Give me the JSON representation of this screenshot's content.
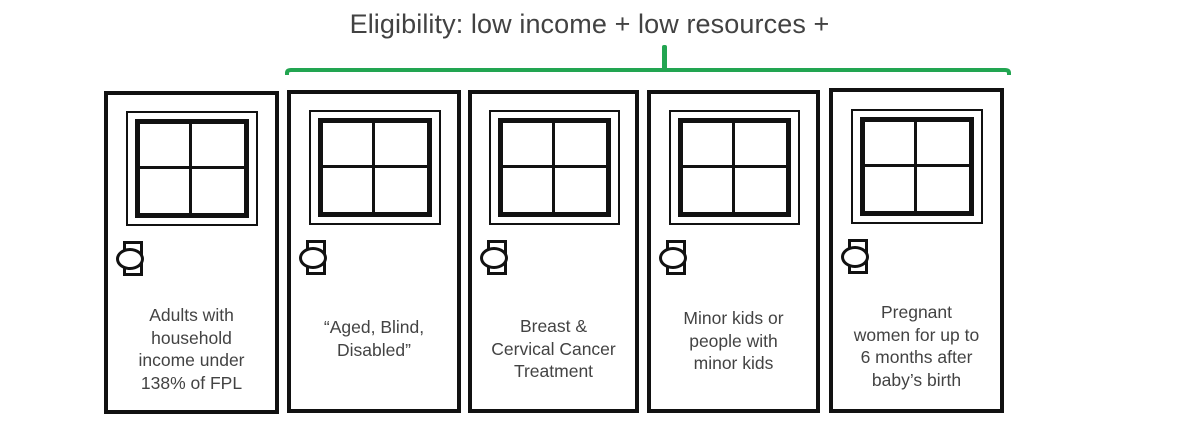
{
  "diagram": {
    "title": "Eligibility: low income + low resources +",
    "title_color": "#424242",
    "brace_color": "#22A551",
    "door_outline_color": "#111111",
    "label_color": "#434343"
  },
  "doors": [
    {
      "id": "door-adults",
      "label": "Adults with\nhousehold\nincome under\n138% of FPL",
      "lines": 4,
      "under_brace": false
    },
    {
      "id": "door-aged-blind-disabled",
      "label": "“Aged, Blind,\nDisabled”",
      "lines": 2,
      "under_brace": true
    },
    {
      "id": "door-breast-cervical-cancer",
      "label": "Breast &\nCervical Cancer\nTreatment",
      "lines": 3,
      "under_brace": true
    },
    {
      "id": "door-minor-kids",
      "label": "Minor kids or\npeople with\nminor kids",
      "lines": 3,
      "under_brace": true
    },
    {
      "id": "door-pregnant-women",
      "label": "Pregnant\nwomen for up to\n6 months after\nbaby’s birth",
      "lines": 4,
      "under_brace": true
    }
  ],
  "brace": {
    "name": "eligibility-brace",
    "spans_doors": [
      "door-aged-blind-disabled",
      "door-breast-cervical-cancer",
      "door-minor-kids",
      "door-pregnant-women"
    ]
  }
}
